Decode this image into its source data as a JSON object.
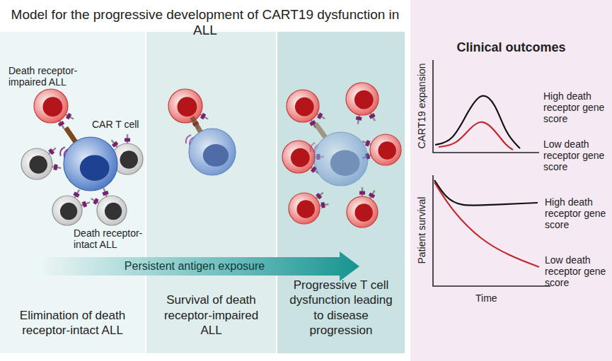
{
  "diagram": {
    "title": "Model for the progressive development of CART19 dysfunction in ALL",
    "nodes": [
      {
        "text": [
          "Elimination of death receptor-intact ALL"
        ]
      },
      {
        "text": [
          "Survival of death receptor-impaired ALL"
        ]
      },
      {
        "text": [
          "Progressive T cell dysfunction leading to disease progression"
        ]
      },
      {
        "text": [
          "Clinical outcomes"
        ]
      },
      {
        "text": [
          "Persistent antigen exposure"
        ]
      }
    ],
    "edges": [],
    "labels": [
      "Death receptor-impaired ALL",
      "CAR T cell",
      "Death receptor-intact ALL",
      "CART19 expansion",
      "High death receptor gene score",
      "Low death receptor gene score",
      "Patient survival",
      "High death receptor gene score",
      "Low death receptor gene score",
      "Time"
    ]
  }
}
